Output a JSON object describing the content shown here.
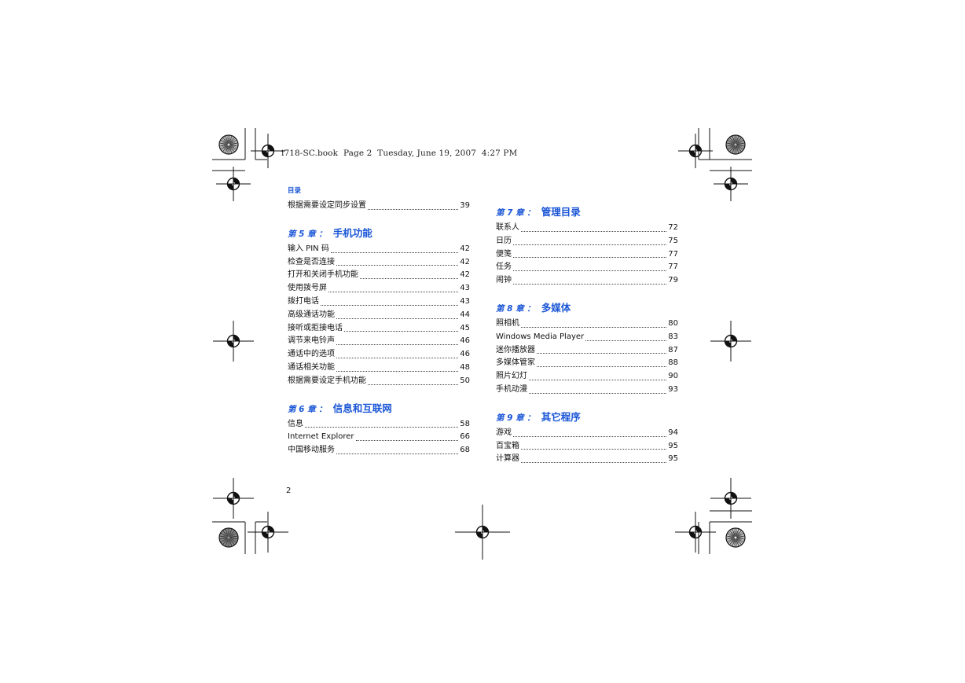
{
  "header_line": "i718-SC.book  Page 2  Tuesday, June 19, 2007  4:27 PM",
  "section_label": "目录",
  "page_number": "2",
  "left_column": {
    "top_entries": [
      {
        "name": "根据需要设定同步设置",
        "page": "39"
      }
    ],
    "chapters": [
      {
        "number": "第 5 章 ：",
        "title": "手机功能",
        "entries": [
          {
            "name": "输入 PIN 码",
            "page": "42"
          },
          {
            "name": "检查是否连接",
            "page": "42"
          },
          {
            "name": "打开和关闭手机功能",
            "page": "42"
          },
          {
            "name": "使用拨号屏",
            "page": "43"
          },
          {
            "name": "拨打电话",
            "page": "43"
          },
          {
            "name": "高级通话功能",
            "page": "44"
          },
          {
            "name": "接听或拒接电话",
            "page": "45"
          },
          {
            "name": "调节来电铃声",
            "page": "46"
          },
          {
            "name": "通话中的选项",
            "page": "46"
          },
          {
            "name": "通话相关功能",
            "page": "48"
          },
          {
            "name": "根据需要设定手机功能",
            "page": "50"
          }
        ]
      },
      {
        "number": "第 6 章 ：",
        "title": "信息和互联网",
        "entries": [
          {
            "name": "信息",
            "page": "58"
          },
          {
            "name": "Internet Explorer",
            "page": "66"
          },
          {
            "name": "中国移动服务",
            "page": "68"
          }
        ]
      }
    ]
  },
  "right_column": {
    "chapters": [
      {
        "number": "第 7 章 ：",
        "title": "管理目录",
        "entries": [
          {
            "name": "联系人",
            "page": "72"
          },
          {
            "name": "日历",
            "page": "75"
          },
          {
            "name": "便笺",
            "page": "77"
          },
          {
            "name": "任务",
            "page": "77"
          },
          {
            "name": "闹钟",
            "page": "79"
          }
        ]
      },
      {
        "number": "第 8 章 ：",
        "title": "多媒体",
        "entries": [
          {
            "name": "照相机",
            "page": "80"
          },
          {
            "name": "Windows Media Player",
            "page": "83"
          },
          {
            "name": "迷你播放器",
            "page": "87"
          },
          {
            "name": "多媒体管家",
            "page": "88"
          },
          {
            "name": "照片幻灯",
            "page": "90"
          },
          {
            "name": "手机动漫",
            "page": "93"
          }
        ]
      },
      {
        "number": "第 9 章 ：",
        "title": "其它程序",
        "entries": [
          {
            "name": "游戏",
            "page": "94"
          },
          {
            "name": "百宝箱",
            "page": "95"
          },
          {
            "name": "计算器",
            "page": "95"
          }
        ]
      }
    ]
  }
}
